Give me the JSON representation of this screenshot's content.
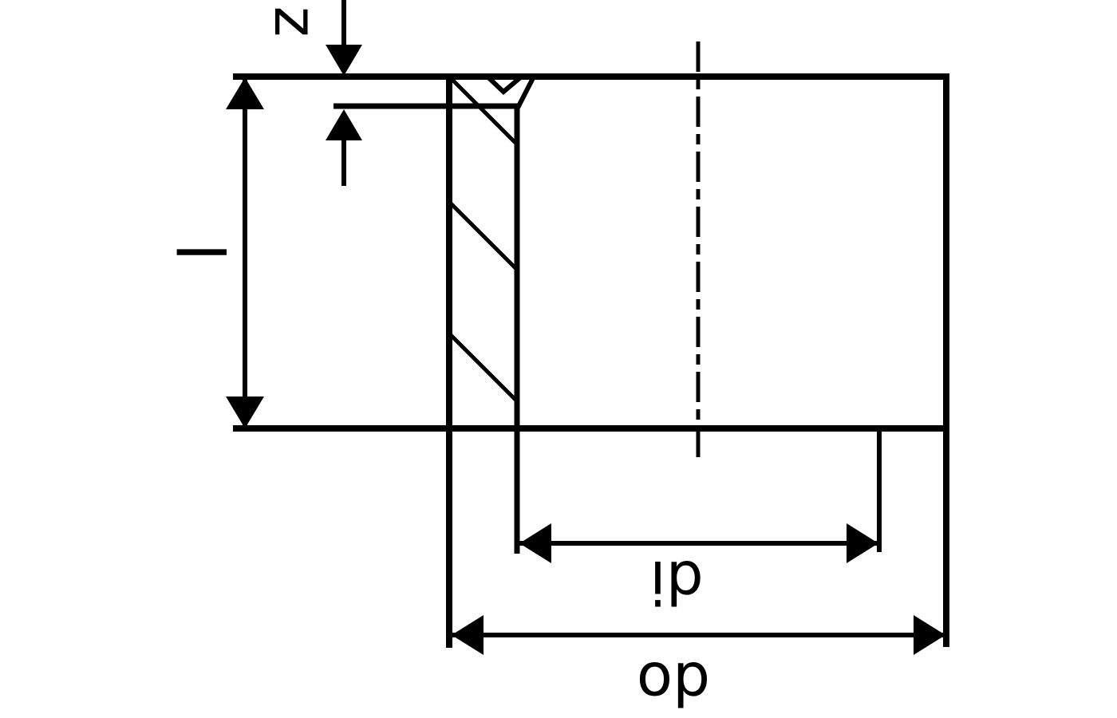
{
  "diagram": {
    "kind": "technical-dimension-drawing",
    "subject": "pipe-socket-cross-section",
    "colors": {
      "line": "#000000",
      "background": "#ffffff"
    },
    "labels": {
      "z": "z",
      "l": "l",
      "di": "di",
      "do": "do"
    }
  }
}
